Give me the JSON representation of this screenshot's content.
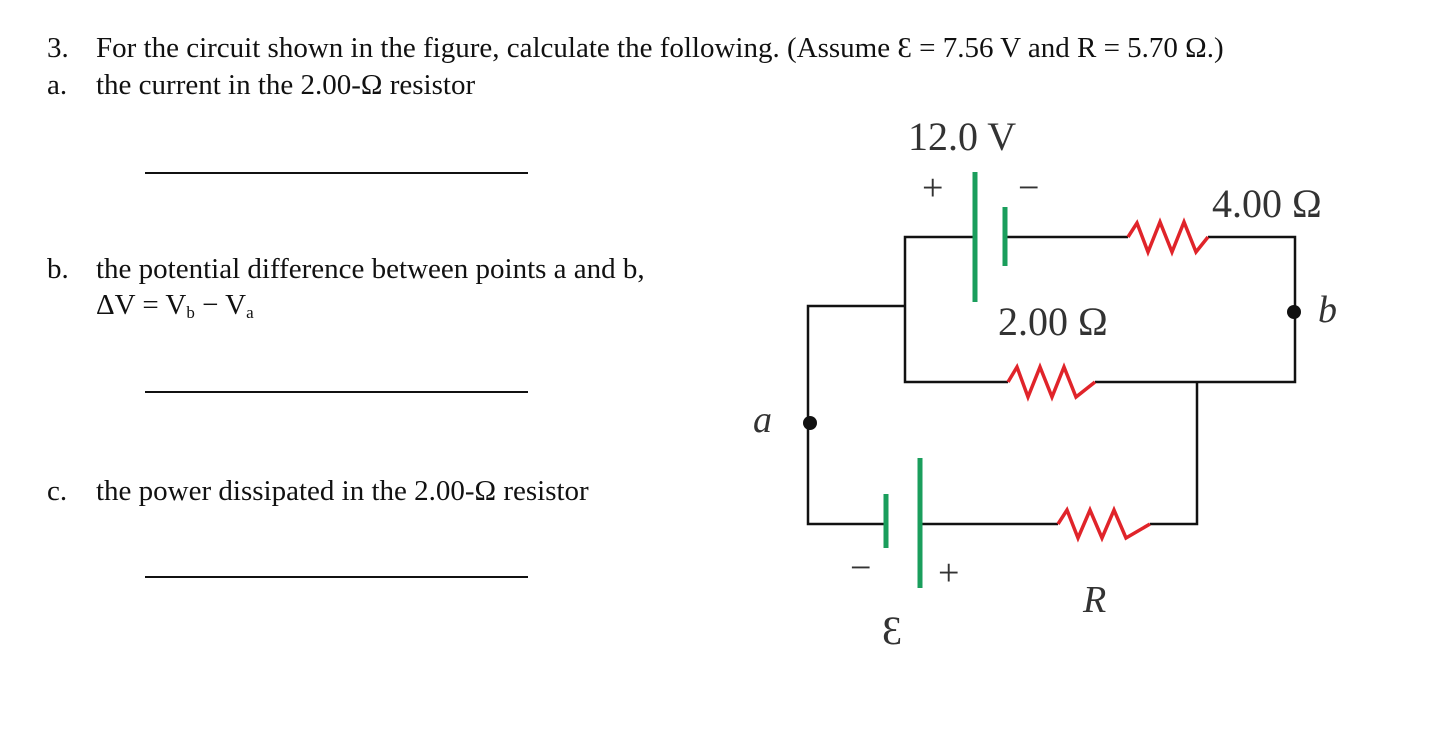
{
  "question": {
    "number": "3.",
    "prompt": "For the circuit shown in the figure, calculate the following. (Assume Ɛ = 7.56 V and R = 5.70 Ω.)"
  },
  "parts": [
    {
      "letter": "a.",
      "text": "the current in the 2.00-Ω resistor"
    },
    {
      "letter": "b.",
      "text": "the potential difference between points a and b,",
      "formula_prefix": "ΔV = V",
      "formula_sub1": "b",
      "formula_mid": " − V",
      "formula_sub2": "a"
    },
    {
      "letter": "c.",
      "text": "the power dissipated in the 2.00-Ω resistor"
    }
  ],
  "circuit": {
    "battery_top_label": "12.0 V",
    "battery_top_plus": "+",
    "battery_top_minus": "−",
    "resistor_top_label": "4.00 Ω",
    "resistor_middle_label": "2.00 Ω",
    "resistor_bottom_label": "R",
    "battery_bottom_plus": "+",
    "battery_bottom_minus": "−",
    "battery_bottom_label": "Ɛ",
    "point_a": "a",
    "point_b": "b",
    "colors": {
      "wire": "#111111",
      "battery": "#1a9e5c",
      "resistor": "#e0242a"
    }
  }
}
